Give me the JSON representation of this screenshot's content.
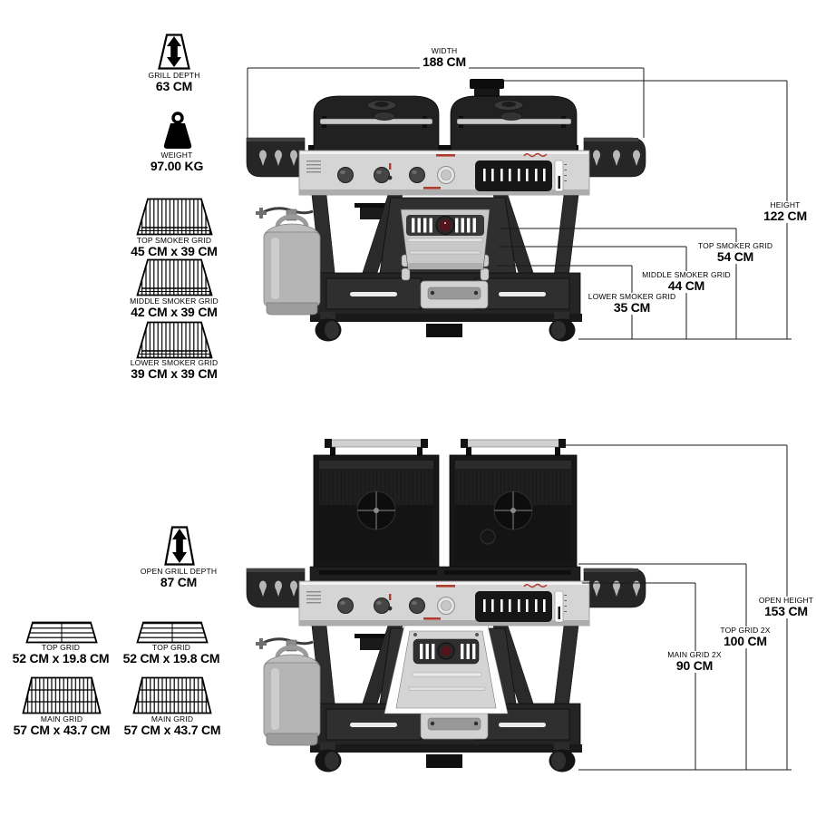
{
  "closed_view": {
    "specs": {
      "grill_depth": {
        "label": "GRILL DEPTH",
        "value": "63 CM"
      },
      "weight": {
        "label": "WEIGHT",
        "value": "97.00 KG"
      },
      "top_smoker_grid": {
        "label": "TOP SMOKER GRID",
        "value": "45 CM x 39 CM"
      },
      "middle_smoker_grid": {
        "label": "MIDDLE SMOKER GRID",
        "value": "42 CM x 39 CM"
      },
      "lower_smoker_grid": {
        "label": "LOWER SMOKER GRID",
        "value": "39 CM x 39 CM"
      }
    },
    "dims": {
      "width": {
        "label": "WIDTH",
        "value": "188 CM"
      },
      "height": {
        "label": "HEIGHT",
        "value": "122 CM"
      },
      "top_smoker_grid": {
        "label": "TOP SMOKER GRID",
        "value": "54 CM"
      },
      "middle_smoker_grid": {
        "label": "MIDDLE SMOKER GRID",
        "value": "44 CM"
      },
      "lower_smoker_grid": {
        "label": "LOWER SMOKER GRID",
        "value": "35 CM"
      }
    }
  },
  "open_view": {
    "specs": {
      "open_grill_depth": {
        "label": "OPEN GRILL DEPTH",
        "value": "87 CM"
      },
      "top_grid_left": {
        "label": "TOP GRID",
        "value": "52 CM x 19.8 CM"
      },
      "top_grid_right": {
        "label": "TOP GRID",
        "value": "52 CM x 19.8 CM"
      },
      "main_grid_left": {
        "label": "MAIN GRID",
        "value": "57 CM x 43.7 CM"
      },
      "main_grid_right": {
        "label": "MAIN GRID",
        "value": "57 CM x 43.7 CM"
      }
    },
    "dims": {
      "open_height": {
        "label": "OPEN HEIGHT",
        "value": "153 CM"
      },
      "top_grid_2x": {
        "label": "TOP GRID 2X",
        "value": "100 CM"
      },
      "main_grid_2x": {
        "label": "MAIN GRID 2X",
        "value": "90 CM"
      }
    }
  },
  "colors": {
    "ink": "#000000",
    "brand_red": "#b03a2e",
    "steel_panel": "#d5d5d5",
    "body_dark": "#1e1e1e",
    "tank_gray": "#b5b5b5"
  }
}
